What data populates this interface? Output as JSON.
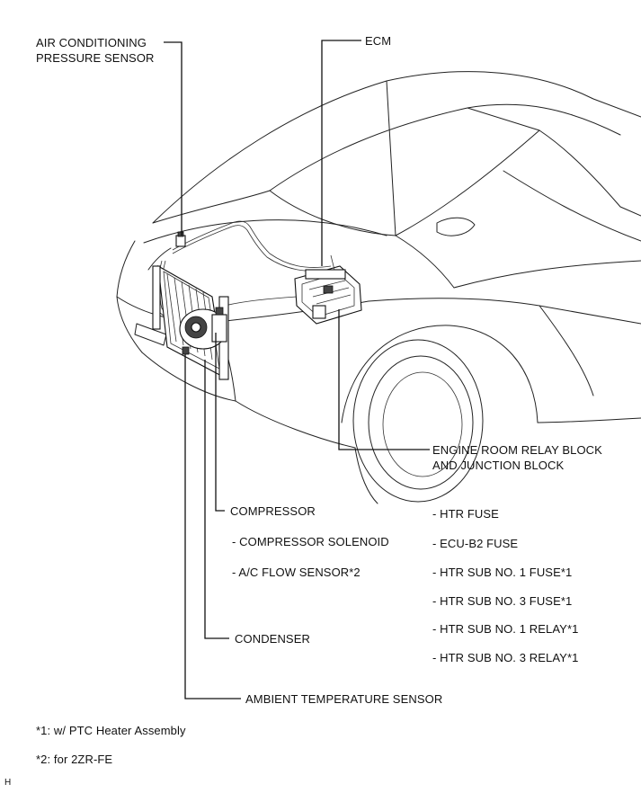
{
  "callouts": {
    "ac_pressure_sensor": [
      "AIR CONDITIONING",
      "PRESSURE SENSOR"
    ],
    "ecm": "ECM",
    "relay_block": [
      "ENGINE ROOM RELAY BLOCK",
      "AND JUNCTION BLOCK"
    ],
    "compressor": "COMPRESSOR",
    "condenser": "CONDENSER",
    "ambient_sensor": "AMBIENT TEMPERATURE SENSOR"
  },
  "compressor_subitems": [
    "- COMPRESSOR SOLENOID",
    "- A/C FLOW SENSOR*2"
  ],
  "relay_block_items": [
    "- HTR FUSE",
    "- ECU-B2 FUSE",
    "- HTR SUB NO. 1 FUSE*1",
    "- HTR SUB NO. 3 FUSE*1",
    "- HTR SUB NO. 1 RELAY*1",
    "- HTR SUB NO. 3 RELAY*1"
  ],
  "footnotes": [
    "*1: w/ PTC Heater Assembly",
    "*2: for 2ZR-FE"
  ],
  "corner_mark": "H"
}
